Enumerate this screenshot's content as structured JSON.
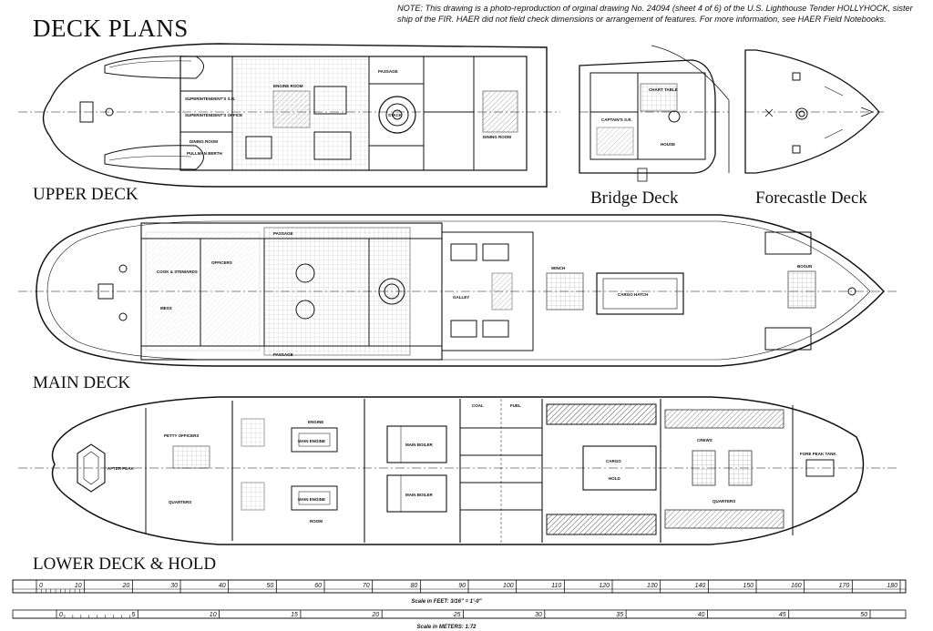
{
  "header": {
    "title": "DECK PLANS",
    "note": "NOTE: This drawing is a photo-reproduction of orginal drawing No. 24094 (sheet 4 of 6) of the U.S. Lighthouse Tender HOLLYHOCK, sister ship of the FIR. HAER did not field check dimensions or arrangement of features. For more information, see HAER Field Notebooks."
  },
  "decks": {
    "upper": "UPPER DECK",
    "bridge": "Bridge Deck",
    "forecastle": "Forecastle Deck",
    "main": "MAIN DECK",
    "lower": "LOWER DECK & HOLD"
  },
  "rooms": {
    "upper": [
      "SUPERINTENDENT'S S.R.",
      "SUPERINTENDENT'S OFFICE",
      "DINING ROOM",
      "ENGINE ROOM",
      "PASSAGE",
      "STACK",
      "DINING ROOM",
      "PULLMAN BERTH"
    ],
    "bridge": [
      "CAPTAIN'S S.R.",
      "CHART TABLE",
      "HOUSE"
    ],
    "main": [
      "COOK & STEWARDS",
      "OFFICERS",
      "MESS",
      "PASSAGE",
      "GALLEY",
      "CARGO HATCH",
      "PASSAGE",
      "WINCH",
      "BOSUN"
    ],
    "lower": [
      "AFTER PEAK",
      "PETTY OFFICERS",
      "QUARTERS",
      "ENGINE",
      "MAIN ENGINE",
      "MAIN ENGINE",
      "ROOM",
      "MAIN BOILER",
      "MAIN BOILER",
      "COAL",
      "FUEL",
      "CARGO",
      "HOLD",
      "CREWS",
      "QUARTERS",
      "FORE PEAK TANK"
    ]
  },
  "scale_feet": {
    "label": "Scale in FEET: 3/16\" = 1'-0\"",
    "ticks": [
      "0",
      "10",
      "20",
      "30",
      "40",
      "50",
      "60",
      "70",
      "80",
      "90",
      "100",
      "110",
      "120",
      "130",
      "140",
      "150",
      "160",
      "170",
      "180"
    ]
  },
  "scale_meters": {
    "label": "Scale in METERS: 1:72",
    "ticks": [
      "0",
      "5",
      "10",
      "15",
      "20",
      "25",
      "30",
      "35",
      "40",
      "45",
      "50"
    ]
  },
  "colors": {
    "ink": "#111111",
    "paper": "#ffffff"
  }
}
